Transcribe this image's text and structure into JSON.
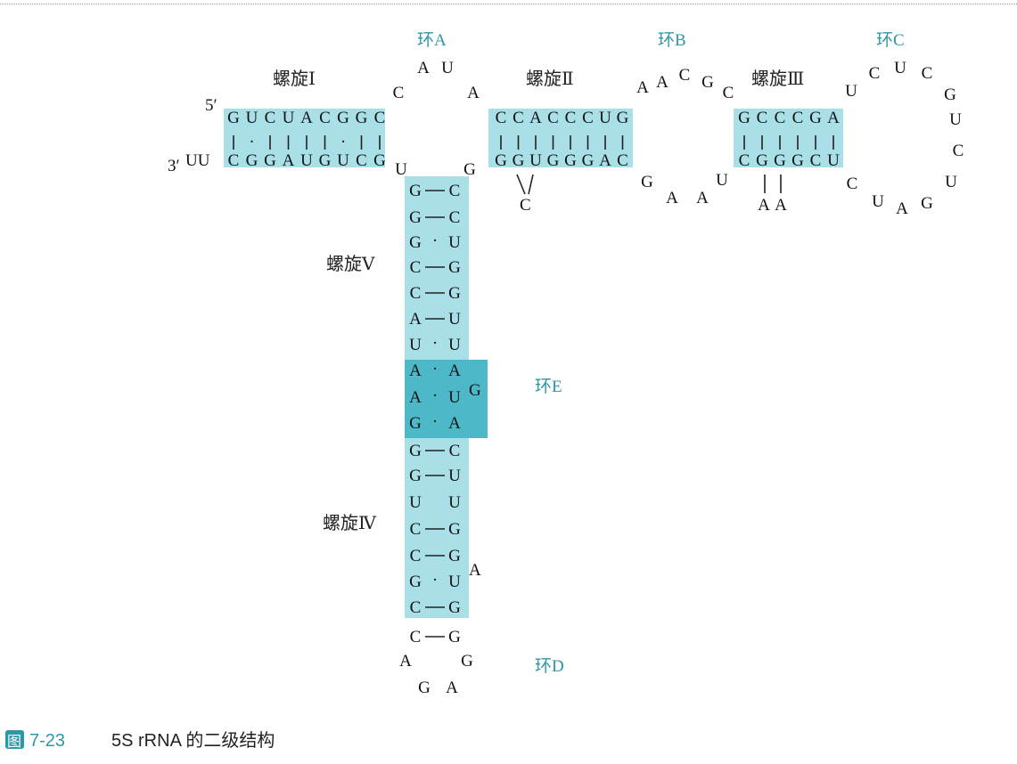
{
  "labels": {
    "helix1": "螺旋Ⅰ",
    "helix2": "螺旋Ⅱ",
    "helix3": "螺旋Ⅲ",
    "helix4": "螺旋Ⅳ",
    "helix5": "螺旋Ⅴ",
    "loopA": "环A",
    "loopB": "环B",
    "loopC": "环C",
    "loopD": "环D",
    "loopE": "环E",
    "five_prime": "5′",
    "three_prime": "3′"
  },
  "caption": {
    "icon": "图",
    "number": "7-23",
    "text": "5S rRNA 的二级结构"
  },
  "colors": {
    "helix_fill": "#a9dfe6",
    "loopE_fill": "#4db8c7",
    "accent": "#2c97a8",
    "text": "#111111"
  },
  "sequences": {
    "helix1_top": [
      "G",
      "U",
      "C",
      "U",
      "A",
      "C",
      "G",
      "G",
      "C"
    ],
    "helix1_pairs": [
      "|",
      "·",
      "|",
      "|",
      "|",
      "|",
      "·",
      "|",
      "|"
    ],
    "helix1_bottom_overhang": "UU",
    "helix1_bottom": [
      "C",
      "G",
      "G",
      "A",
      "U",
      "G",
      "U",
      "C",
      "G"
    ],
    "helix2_top": [
      "C",
      "C",
      "A",
      "C",
      "C",
      "C",
      "U",
      "G"
    ],
    "helix2_pairs": [
      "|",
      "|",
      "|",
      "|",
      "|",
      "|",
      "|",
      "|"
    ],
    "helix2_bottom": [
      "G",
      "G",
      "U",
      "G",
      "G",
      "G",
      "A",
      "C"
    ],
    "helix2_bulge": "C",
    "helix3_top": [
      "G",
      "C",
      "C",
      "C",
      "G",
      "A"
    ],
    "helix3_pairs": [
      "|",
      "|",
      "|",
      "|",
      "|",
      "|"
    ],
    "helix3_bottom": [
      "C",
      "G",
      "G",
      "G",
      "C",
      "U"
    ],
    "helix3_bulge": [
      "A",
      "A"
    ],
    "loopA_seq": [
      "C",
      "A",
      "U",
      "A"
    ],
    "loopB_top": [
      "A",
      "A",
      "C",
      "G",
      "C"
    ],
    "loopB_bottom": [
      "G",
      "A",
      "A",
      "U"
    ],
    "loopC_seq": [
      "U",
      "C",
      "U",
      "C",
      "G",
      "U",
      "C",
      "U",
      "G",
      "A",
      "U",
      "C"
    ],
    "junction": [
      "U",
      "G"
    ],
    "stem_left": [
      "G",
      "G",
      "G",
      "C",
      "C",
      "A",
      "U",
      "A",
      "A",
      "G",
      "G",
      "G",
      "U",
      "C",
      "C",
      "G",
      "C",
      "C"
    ],
    "stem_pair": [
      "—",
      "—",
      "·",
      "—",
      "—",
      "—",
      "·",
      "·",
      "·",
      "·",
      "—",
      "—",
      "",
      "—",
      "—",
      "·",
      "—",
      "—"
    ],
    "stem_right": [
      "C",
      "C",
      "U",
      "G",
      "G",
      "U",
      "U",
      "A",
      "U",
      "A",
      "C",
      "U",
      "U",
      "G",
      "G",
      "U",
      "G",
      "G"
    ],
    "loopE_bulge": "G",
    "helix4_bulge": "A",
    "loopD_seq": [
      "A",
      "G",
      "A",
      "G"
    ]
  }
}
